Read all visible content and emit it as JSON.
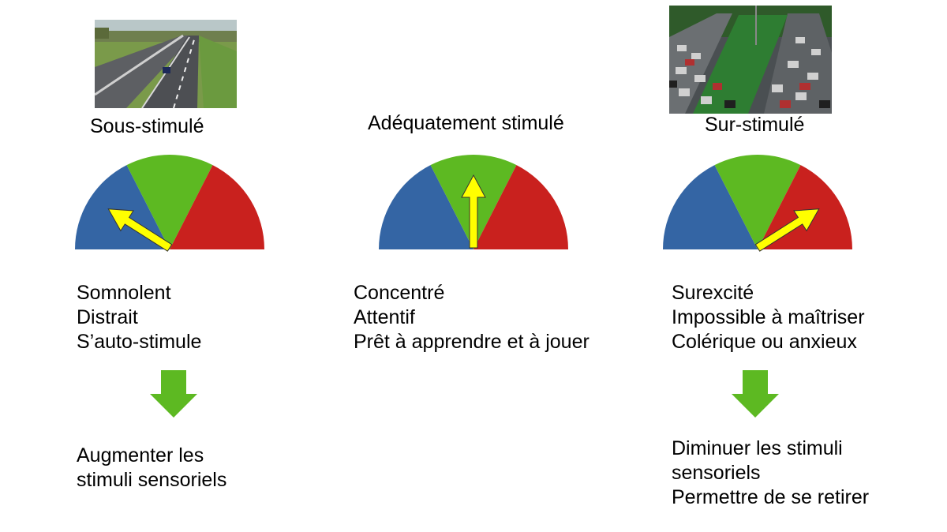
{
  "colors": {
    "low": "#3465a4",
    "optimal": "#5db922",
    "high": "#c9211e",
    "needle": "#ffff00",
    "needle_outline": "#333333",
    "arrow_down": "#5db922"
  },
  "columns": [
    {
      "caption": "Sous-stimulé",
      "photo": "highway-icon",
      "needle_level": 0.18,
      "states": [
        "Somnolent",
        "Distrait",
        "S’auto-stimule"
      ],
      "has_arrow": true,
      "action": [
        "Augmenter les",
        "stimuli sensoriels"
      ]
    },
    {
      "caption": "Adéquatement stimulé",
      "needle_level": 0.5,
      "states": [
        "Concentré",
        "Attentif",
        "Prêt à apprendre et à jouer"
      ],
      "has_arrow": false,
      "action": []
    },
    {
      "caption": "Sur-stimulé",
      "photo": "traffic-jam-icon",
      "needle_level": 0.82,
      "states": [
        "Surexcité",
        "Impossible à maîtriser",
        "Colérique ou anxieux"
      ],
      "has_arrow": true,
      "action": [
        "Diminuer les stimuli",
        "sensoriels",
        "Permettre de se retirer"
      ]
    }
  ]
}
